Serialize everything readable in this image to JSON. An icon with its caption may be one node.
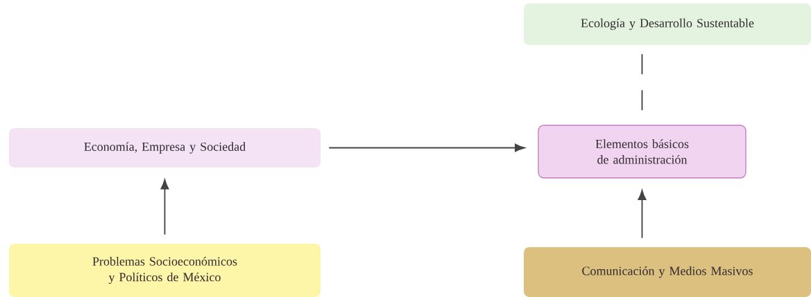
{
  "diagram": {
    "nodes": [
      {
        "text": [
          "Ecología y Desarrollo Sustentable"
        ]
      },
      {
        "text": [
          "Economía, Empresa y Sociedad"
        ]
      },
      {
        "text": [
          "Elementos básicos de administración"
        ]
      },
      {
        "text": [
          "Problemas Socioeconómicos y Políticos de México"
        ]
      },
      {
        "text": [
          "Comunicación y Medios Masivos"
        ]
      }
    ],
    "edges": [
      {
        "from": 1,
        "to": 2,
        "arrow": "to"
      },
      {
        "from": 3,
        "to": 1,
        "arrow": "to"
      },
      {
        "from": 4,
        "to": 2,
        "arrow": "to"
      },
      {
        "from": 0,
        "to": 2,
        "arrow": "none",
        "style": "dashed"
      }
    ]
  }
}
